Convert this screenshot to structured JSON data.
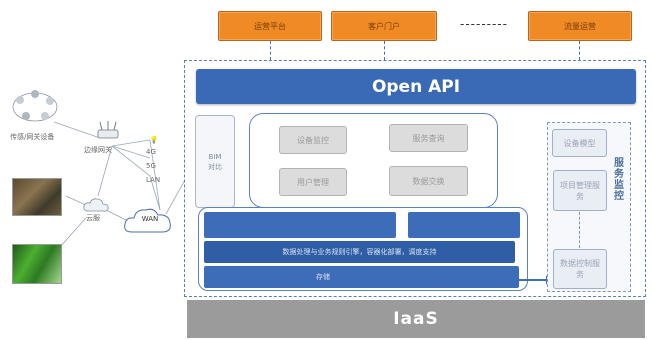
{
  "apps": [
    "运营平台",
    "客户门户",
    "流量运营"
  ],
  "ellipsis": "---------",
  "open_api": "Open API",
  "bim_box": [
    "BIM",
    "对比"
  ],
  "functions": [
    "设备监控",
    "服务查询",
    "用户管理",
    "数据交换"
  ],
  "band_rows": [
    "",
    "数据处理与业务规则引擎，容器化部署，调度支持",
    "存储"
  ],
  "side_items": [
    "设备模型",
    "项目管理服务",
    "数据控制服务"
  ],
  "side_vertical_label": [
    "服",
    "务",
    "监",
    "控"
  ],
  "iaas": "IaaS",
  "left": {
    "device_label": "传感/网关设备",
    "router_label": "边缘网关",
    "cloud_small": "云服",
    "wan": "WAN",
    "vertical_labels": [
      "4G",
      "5G",
      "LAN"
    ]
  },
  "colors": {
    "orange": "#f08a24",
    "blue": "#3a6ab5",
    "grey": "#9b9b9b"
  }
}
